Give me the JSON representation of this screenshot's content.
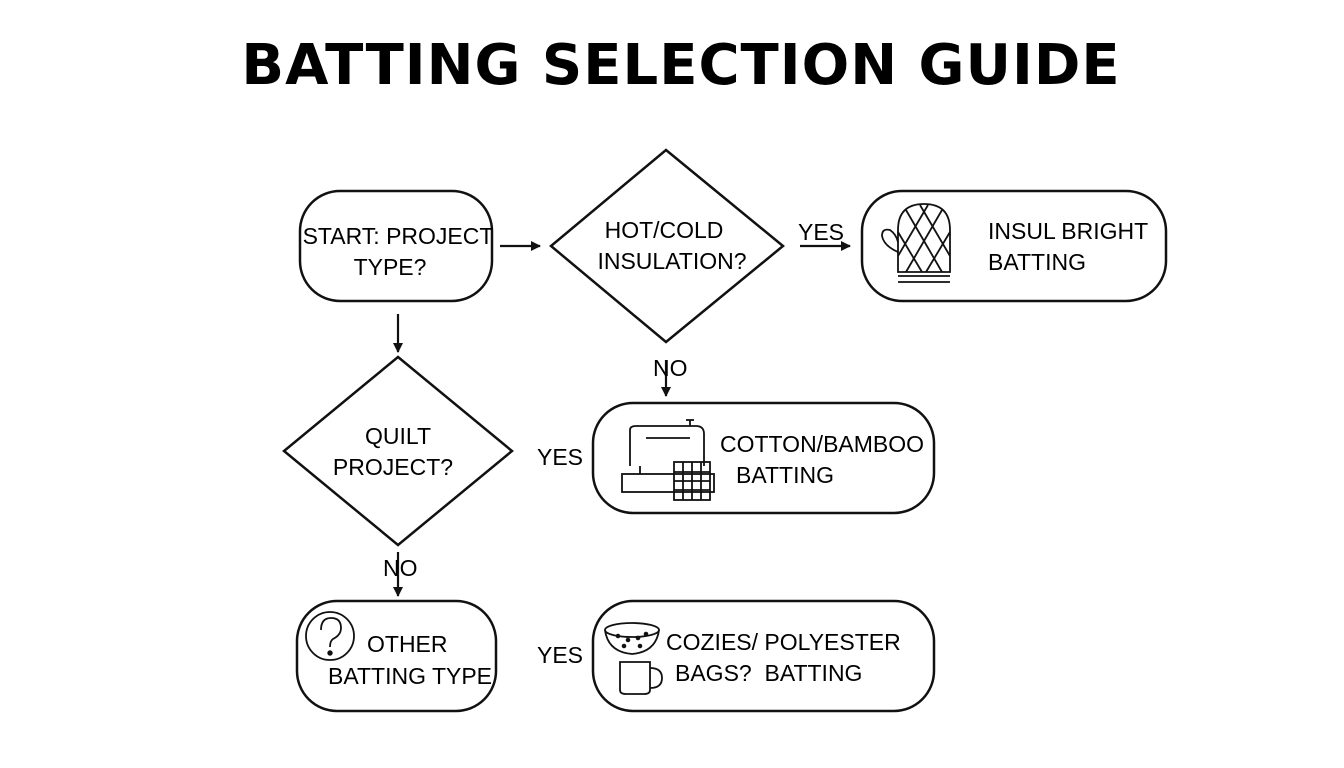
{
  "title": "BATTING SELECTION GUIDE",
  "nodes": {
    "start": {
      "line1": "START: PROJECT",
      "line2": "TYPE?"
    },
    "insulation": {
      "line1": "HOT/COLD",
      "line2": "INSULATION?"
    },
    "insul_bright": {
      "line1": "INSUL BRIGHT",
      "line2": "BATTING"
    },
    "quilt": {
      "line1": "QUILT",
      "line2": "PROJECT?"
    },
    "cotton": {
      "line1": "COTTON/BAMBOO",
      "line2": "BATTING"
    },
    "other": {
      "line1": "OTHER",
      "line2": "BATTING TYPE"
    },
    "cozies": {
      "line1": "COZIES/ POLYESTER",
      "line2": "BAGS?  BATTING"
    }
  },
  "edges": {
    "insulation_yes": "YES",
    "insulation_no": "NO",
    "quilt_yes": "YES",
    "quilt_no": "NO",
    "other_yes": "YES"
  },
  "icons": {
    "insul_bright": "oven-mitt-icon",
    "cotton": "sewing-machine-icon",
    "other": "question-mark-icon",
    "cozies": "bowl-and-mug-icon"
  }
}
